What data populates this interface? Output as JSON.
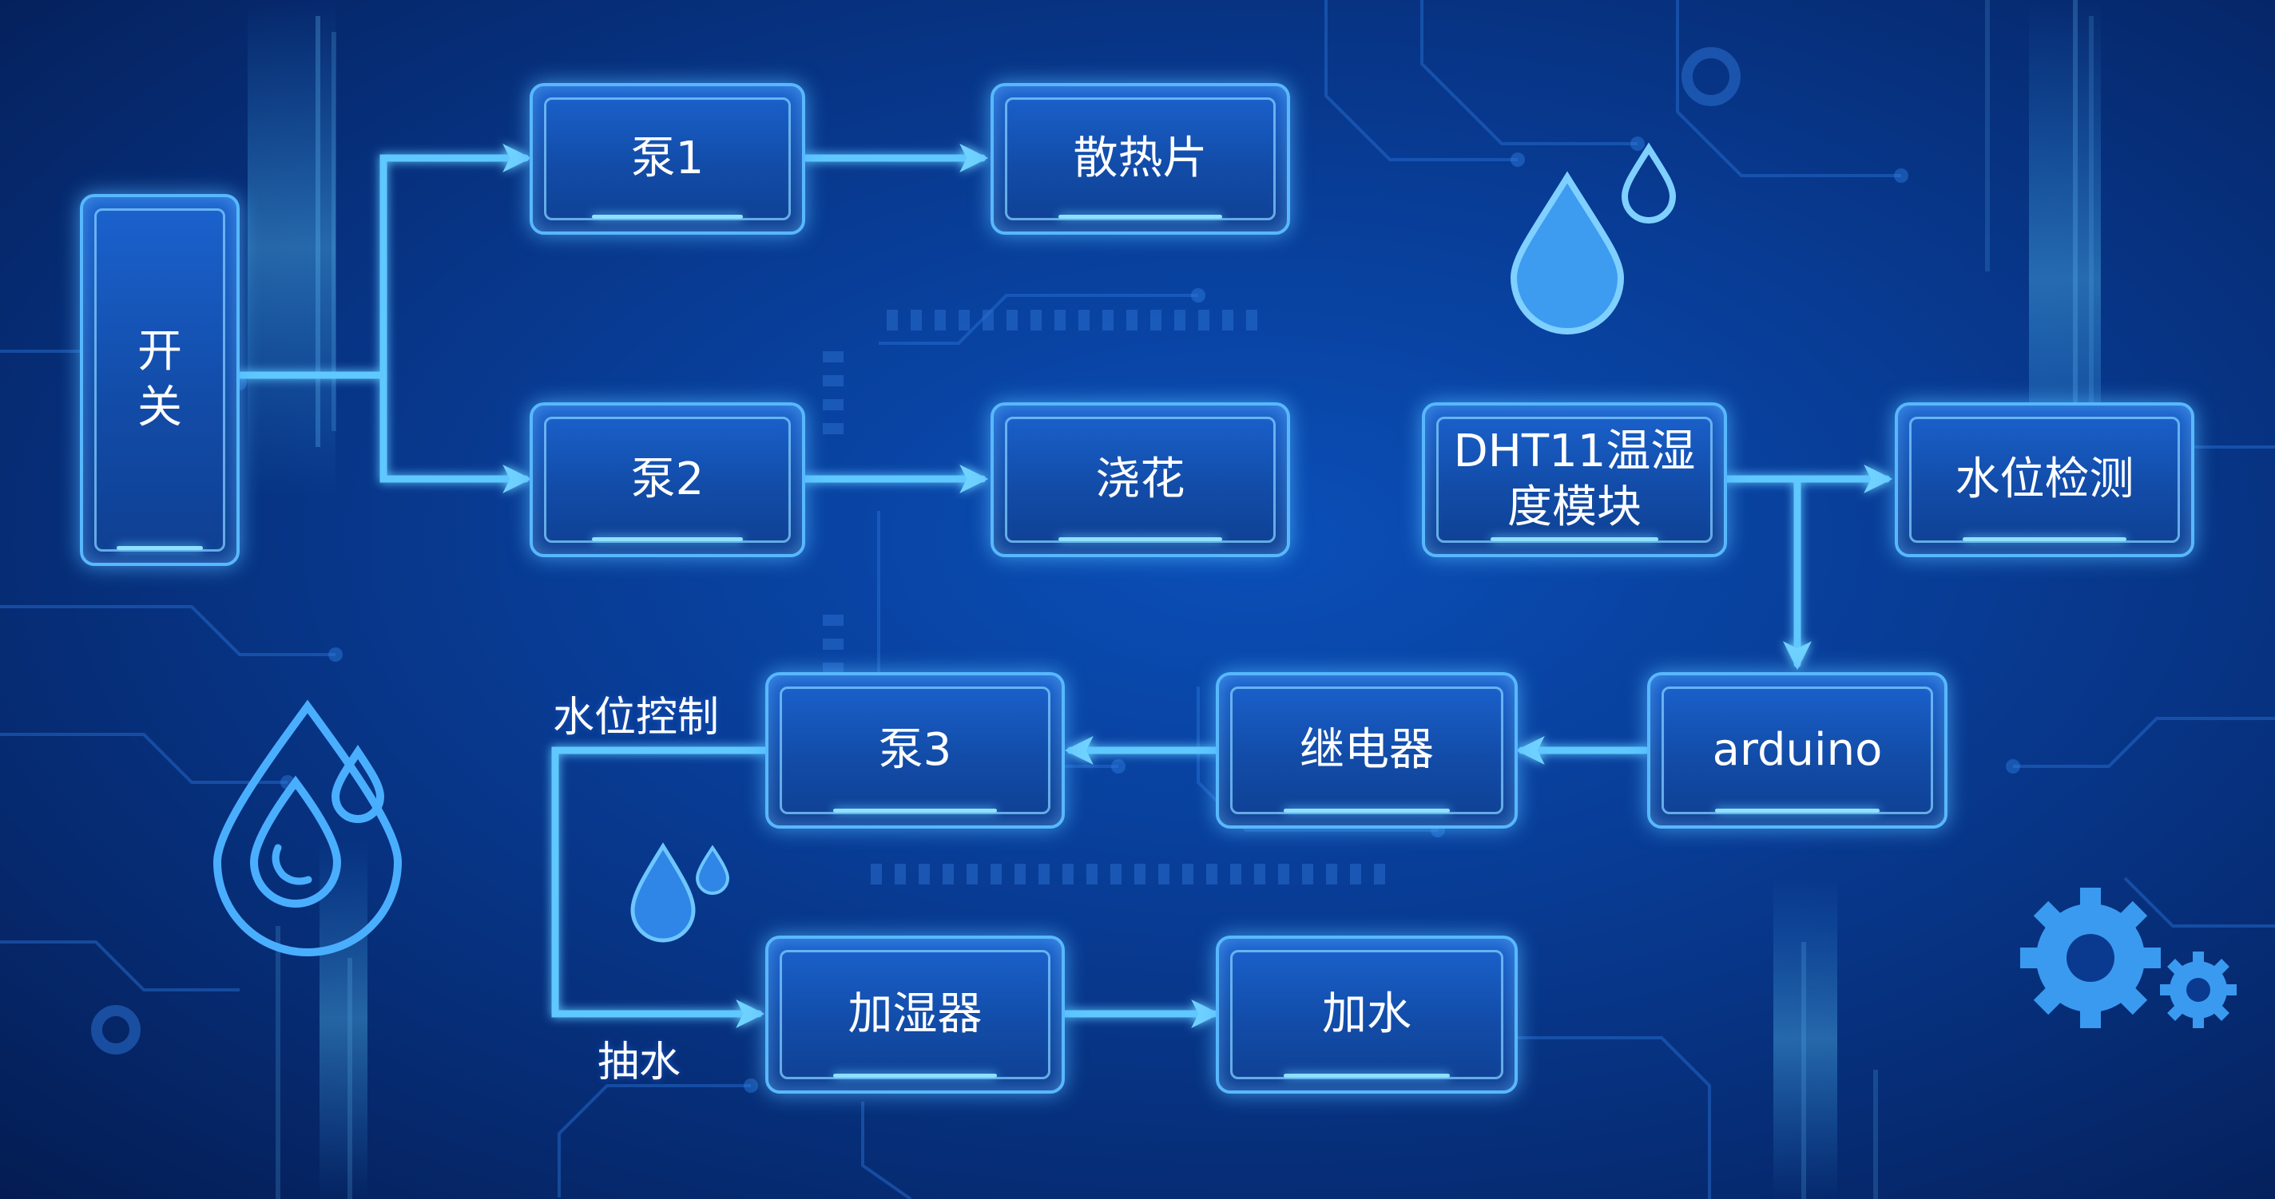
{
  "nodes": {
    "switch": "开关",
    "pump1": "泵1",
    "heatsink": "散热片",
    "pump2": "泵2",
    "watering": "浇花",
    "dht11": "DHT11温湿度模块",
    "water_level_detect": "水位检测",
    "arduino": "arduino",
    "relay": "继电器",
    "pump3": "泵3",
    "humidifier": "加湿器",
    "add_water": "加水"
  },
  "edges": [
    {
      "from": "switch",
      "to": "pump1"
    },
    {
      "from": "switch",
      "to": "pump2"
    },
    {
      "from": "pump1",
      "to": "heatsink"
    },
    {
      "from": "pump2",
      "to": "watering"
    },
    {
      "from": "dht11",
      "to": "water_level_detect"
    },
    {
      "from": "dht11",
      "to": "arduino"
    },
    {
      "from": "arduino",
      "to": "relay"
    },
    {
      "from": "relay",
      "to": "pump3"
    },
    {
      "from": "pump3",
      "to": "humidifier",
      "labels": [
        "水位控制",
        "抽水"
      ]
    },
    {
      "from": "humidifier",
      "to": "add_water"
    }
  ],
  "labels": {
    "water_level_control": "水位控制",
    "pump_water": "抽水"
  },
  "colors": {
    "background": "#083c95",
    "node_fill": "#124ca8",
    "node_border": "#58b8ff",
    "arrow": "#5ec8ff",
    "text": "#ffffff"
  },
  "icons": [
    "water-drops-icon",
    "gear-icon",
    "water-drop-outline-icon",
    "phone-in-drop-icon"
  ]
}
